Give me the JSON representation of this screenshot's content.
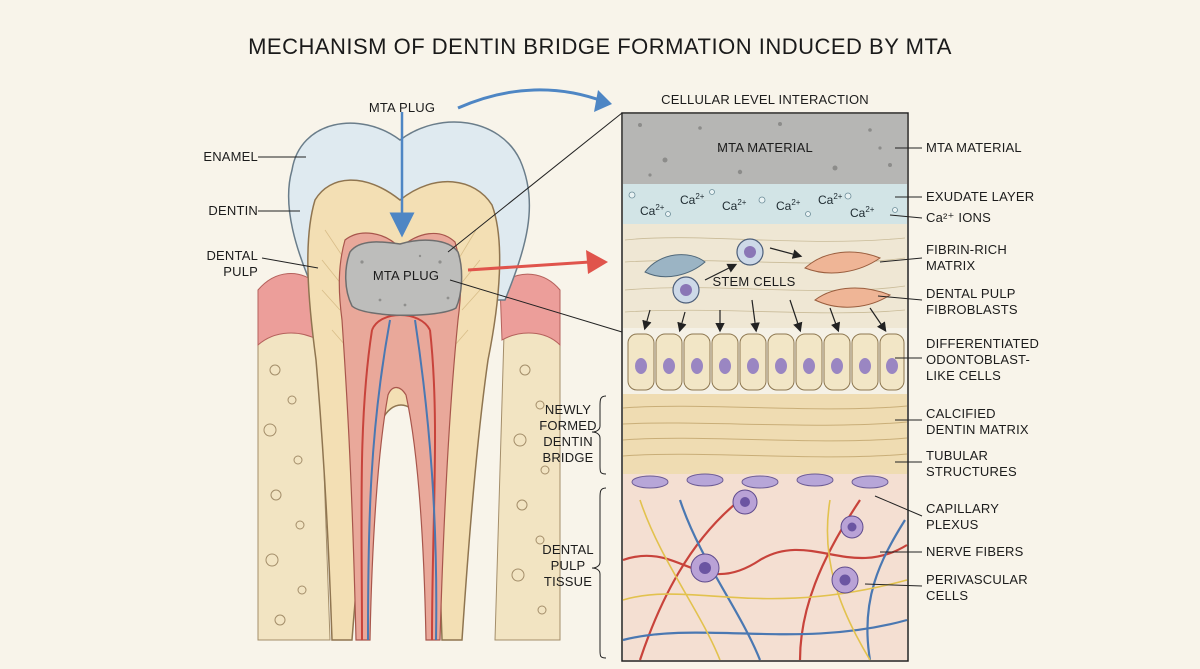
{
  "title": "MECHANISM OF DENTIN BRIDGE FORMATION INDUCED BY MTA",
  "tooth": {
    "enamel": "ENAMEL",
    "dentin": "DENTIN",
    "pulp": "DENTAL\nPULP",
    "plug_callout": "MTA PLUG",
    "plug_inner": "MTA PLUG"
  },
  "panel": {
    "heading": "CELLULAR LEVEL INTERACTION",
    "mta_inner": "MTA MATERIAL",
    "stem_cells": "STEM CELLS",
    "ion_symbol": "Ca",
    "ion_charge": "2+",
    "left_labels": {
      "bridge": "NEWLY\nFORMED\nDENTIN\nBRIDGE",
      "tissue": "DENTAL\nPULP\nTISSUE"
    },
    "right_labels": {
      "mta": "MTA MATERIAL",
      "exudate": "EXUDATE LAYER",
      "ions": "Ca²⁺ IONS",
      "fibrin": "FIBRIN-RICH\nMATRIX",
      "fibroblasts": "DENTAL PULP\nFIBROBLASTS",
      "odontoblasts": "DIFFERENTIATED\nODONTOBLAST-\nLIKE CELLS",
      "calcified": "CALCIFIED\nDENTIN MATRIX",
      "tubular": "TUBULAR\nSTRUCTURES",
      "capillary": "CAPILLARY\nPLEXUS",
      "nerve": "NERVE FIBERS",
      "perivascular": "PERIVASCULAR\nCELLS"
    }
  },
  "colors": {
    "background": "#f8f4ea",
    "enamel": "#dfeaf0",
    "dentin": "#f3dfb4",
    "pulp": "#e9a89a",
    "gum": "#ec9e9a",
    "bone": "#f2e4c2",
    "mta": "#b9b9b7",
    "vessel_red": "#c8433b",
    "vessel_blue": "#4a78b2",
    "nerve_yellow": "#e2c24e",
    "cell_purple": "#9a86c2",
    "arrow_blue": "#4e86c4",
    "arrow_red": "#e0544c"
  }
}
